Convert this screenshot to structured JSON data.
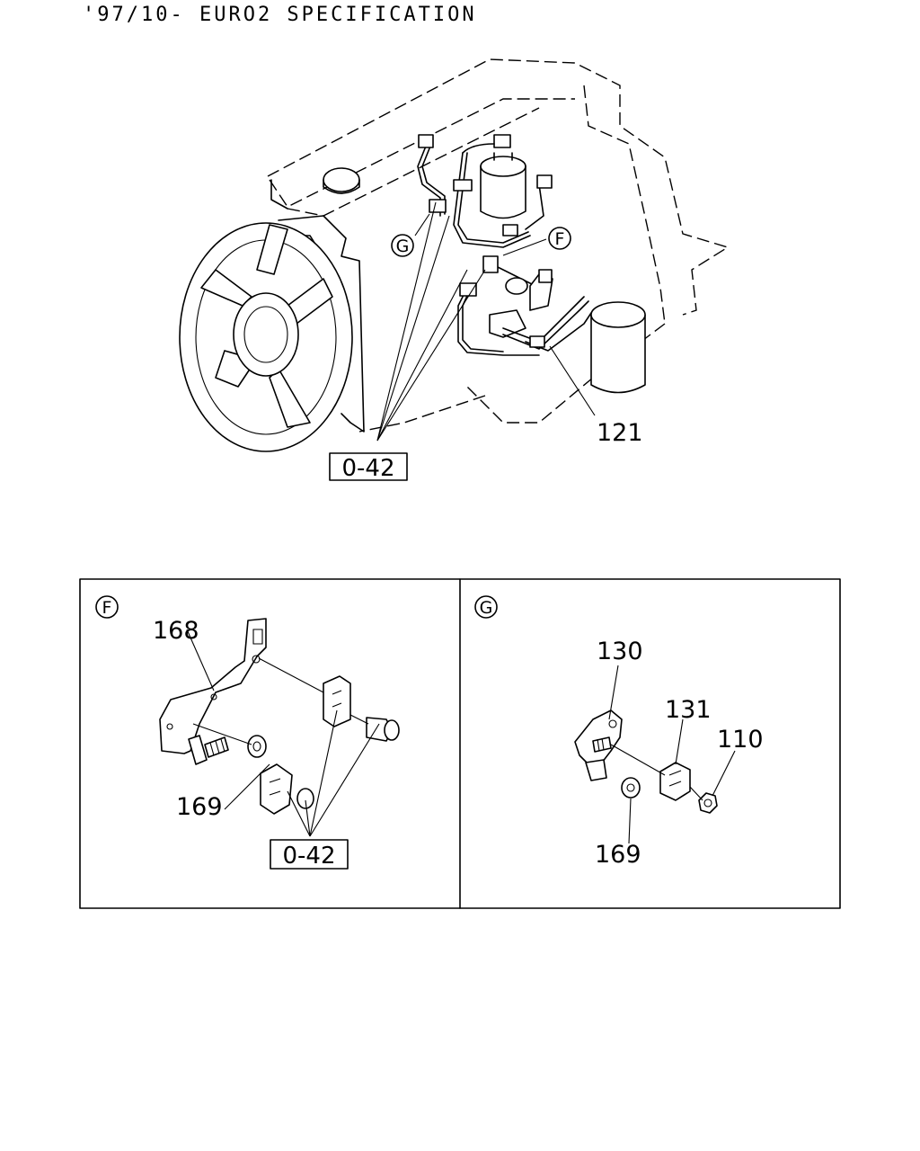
{
  "header": {
    "title": "'97/10- EURO2 SPECIFICATION"
  },
  "main_view": {
    "part_label_121": "121",
    "ref_box": "0-42",
    "callout_f": "F",
    "callout_g": "G"
  },
  "detail_f": {
    "marker": "F",
    "part_168": "168",
    "part_169": "169",
    "ref_box": "0-42"
  },
  "detail_g": {
    "marker": "G",
    "part_130": "130",
    "part_131": "131",
    "part_110": "110",
    "part_169": "169"
  }
}
